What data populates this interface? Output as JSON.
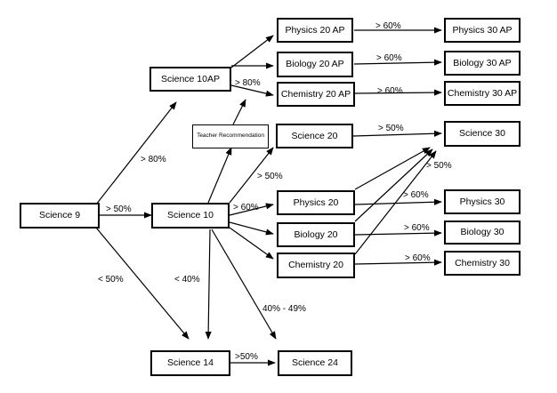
{
  "nodes": {
    "science_9": "Science 9",
    "science_10ap": "Science 10AP",
    "teacher_recommendation": "Teacher Recommendation",
    "science_10": "Science 10",
    "science_14": "Science 14",
    "physics_20ap": "Physics 20 AP",
    "biology_20ap": "Biology 20 AP",
    "chemistry_20ap": "Chemistry 20 AP",
    "science_20": "Science 20",
    "physics_20": "Physics 20",
    "biology_20": "Biology 20",
    "chemistry_20": "Chemistry 20",
    "science_24": "Science 24",
    "physics_30ap": "Physics 30 AP",
    "biology_30ap": "Biology 30 AP",
    "chemistry_30ap": "Chemistry 30 AP",
    "science_30": "Science 30",
    "physics_30": "Physics 30",
    "biology_30": "Biology 30",
    "chemistry_30": "Chemistry 30"
  },
  "labels": {
    "s9_to_s10ap": "> 80%",
    "s9_to_s10": "> 50%",
    "s9_to_s14": "< 50%",
    "s10ap_to_20ap": "> 80%",
    "phys20ap_to_30ap": "> 60%",
    "bio20ap_to_30ap": "> 60%",
    "chem20ap_to_30ap": "> 60%",
    "s10_to_s20": "> 50%",
    "s10_to_20": "> 60%",
    "s10_to_s14": "< 40%",
    "s10_to_s24": "40% - 49%",
    "s20_to_s30": "> 50%",
    "to_s30": "> 50%",
    "phys20_to_30": "> 60%",
    "bio20_to_30": "> 60%",
    "chem20_to_30": "> 60%",
    "s14_to_s24": ">50%"
  }
}
